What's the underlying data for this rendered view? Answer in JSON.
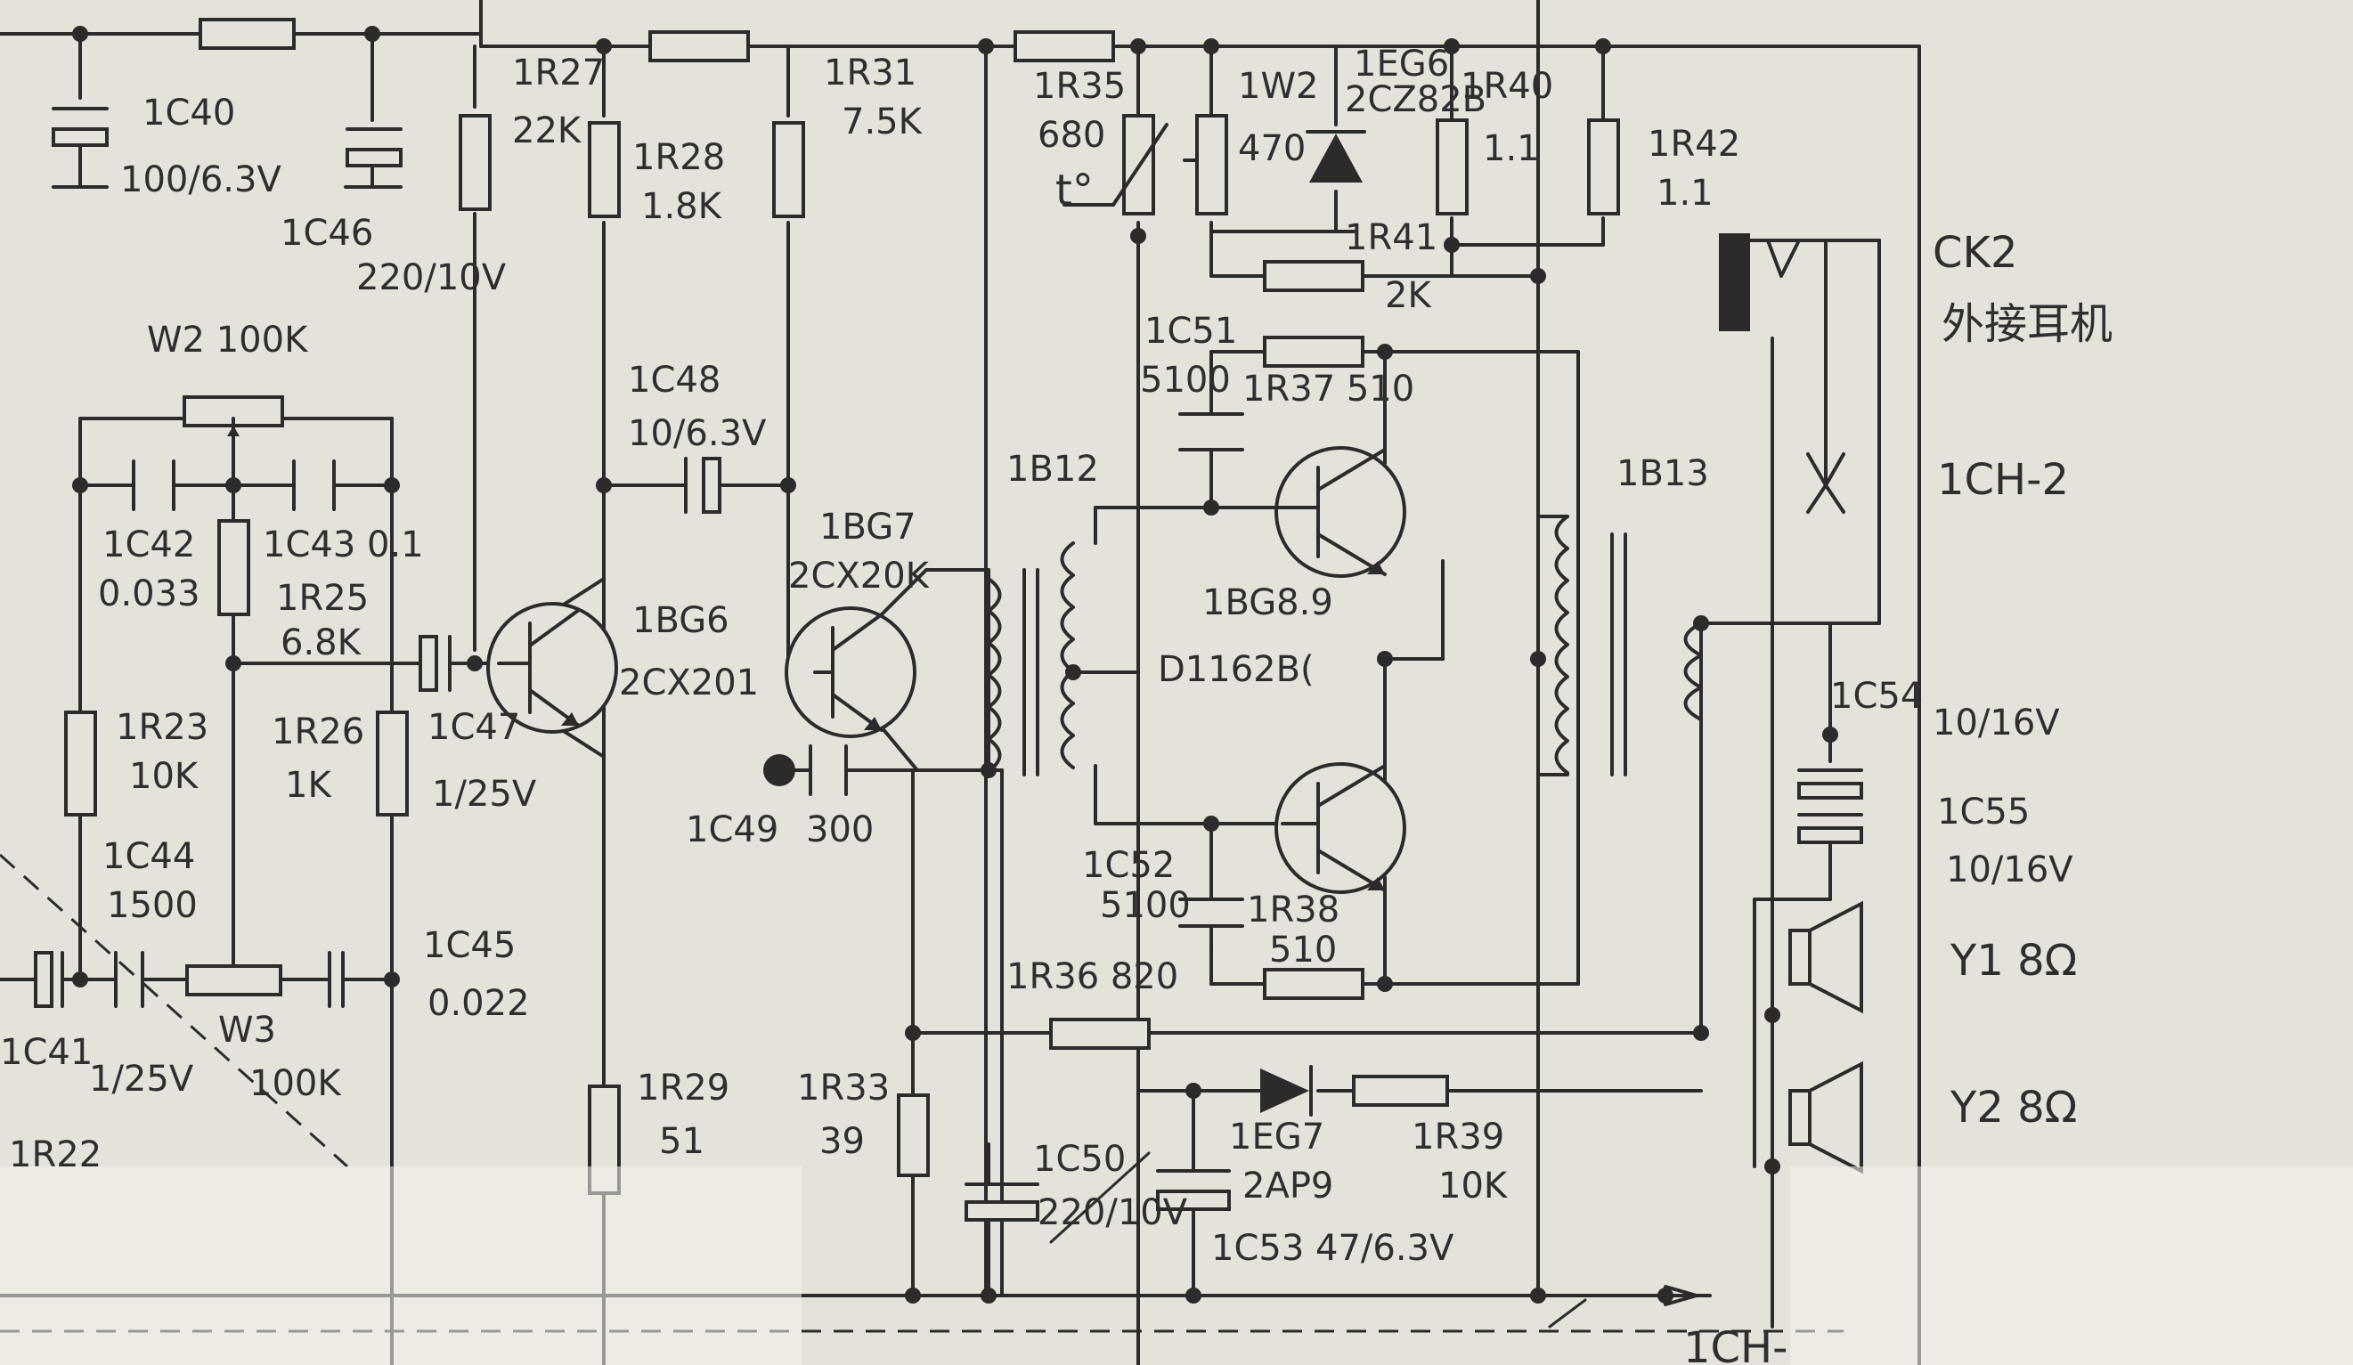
{
  "labels": {
    "c40": "1C40",
    "c40_val": "100/6.3V",
    "c46": "1C46",
    "c46_val": "220/10V",
    "r27": "1R27",
    "r27_val": "22K",
    "r28": "1R28",
    "r28_val": "1.8K",
    "r31": "1R31",
    "r31_val": "7.5K",
    "r35": "1R35",
    "r35_val": "680",
    "r35_t": "t°",
    "w2b": "1W2",
    "w2b_val": "470",
    "eg6": "1EG6",
    "eg6_val": "2CZ82B",
    "r40": "1R40",
    "r40_val": "1.1",
    "r42": "1R42",
    "r42_val": "1.1",
    "r41": "1R41",
    "r41_val": "2K",
    "ck2": "CK2",
    "ck2_desc": "外接耳机",
    "w2": "W2 100K",
    "c48": "1C48",
    "c48_val": "10/6.3V",
    "c51": "1C51",
    "c51_val": "5100",
    "r37": "1R37 510",
    "b12": "1B12",
    "b13": "1B13",
    "ch2": "1CH-2",
    "c42": "1C42",
    "c42_val": "0.033",
    "c43": "1C43 0.1",
    "r25": "1R25",
    "r25_val": "6.8K",
    "bg7": "1BG7",
    "bg7_type": "2CX20K",
    "bg6": "1BG6",
    "bg6_type": "2CX201",
    "bg89": "1BG8.9",
    "bg89_type": "D1162B(",
    "r23": "1R23",
    "r23_val": "10K",
    "r26": "1R26",
    "r26_val": "1K",
    "c47": "1C47",
    "c47_val": "1/25V",
    "c49": "1C49",
    "c49_val": "300",
    "c54": "1C54",
    "c54_val": "10/16V",
    "c55": "1C55",
    "c55_val": "10/16V",
    "c44": "1C44",
    "c44_val": "1500",
    "c52": "1C52",
    "c52_val": "5100",
    "r38": "1R38",
    "r38_val": "510",
    "c45": "1C45",
    "c45_val": "0.022",
    "y1": "Y1 8Ω",
    "y2": "Y2 8Ω",
    "c41": "1C41",
    "c41_val": "1/25V",
    "w3": "W3",
    "w3_val": "100K",
    "r36": "1R36 820",
    "r29": "1R29",
    "r29_val": "51",
    "r33": "1R33",
    "r33_val": "39",
    "c50": "1C50",
    "c50_val": "220/10V",
    "eg7": "1EG7",
    "eg7_val": "2AP9",
    "r39": "1R39",
    "r39_val": "10K",
    "c53": "1C53 47/6.3V",
    "r22": "1R22",
    "ch_bottom": "1CH-"
  }
}
